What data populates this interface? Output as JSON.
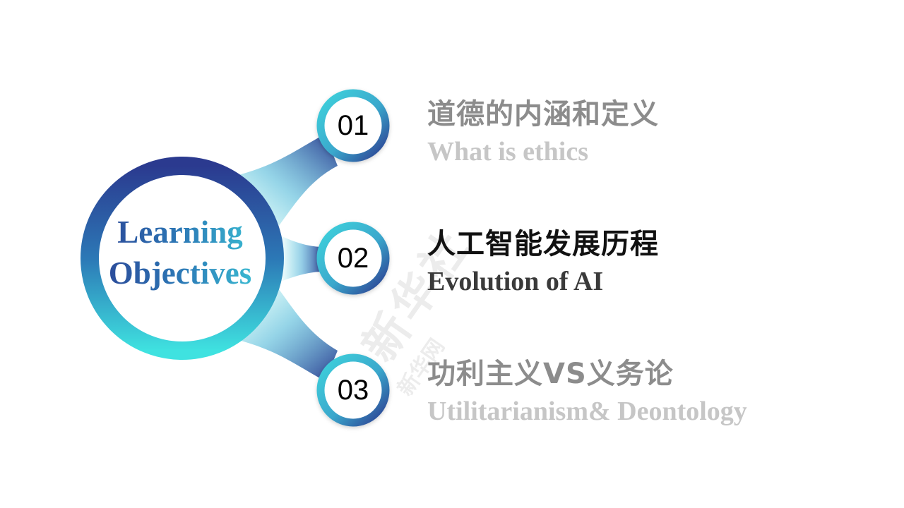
{
  "center": {
    "title_line1": "Learning",
    "title_line2": "Objectives"
  },
  "items": [
    {
      "number": "01",
      "title_zh": "道德的内涵和定义",
      "title_en": "What is ethics",
      "active": false
    },
    {
      "number": "02",
      "title_zh": "人工智能发展历程",
      "title_en": "Evolution of AI",
      "active": true
    },
    {
      "number": "03",
      "title_zh": "功利主义VS义务论",
      "title_en": "Utilitarianism& Deontology",
      "active": false
    }
  ],
  "watermark": {
    "main": "新华社",
    "small": "新华网"
  },
  "colors": {
    "navy": "#2b3a8f",
    "blue": "#2c78b6",
    "teal": "#3fd3dc",
    "muted_zh": "#8c8c8c",
    "muted_en": "#c6c6c6",
    "active_zh": "#111111",
    "active_en": "#3a3a3a"
  }
}
